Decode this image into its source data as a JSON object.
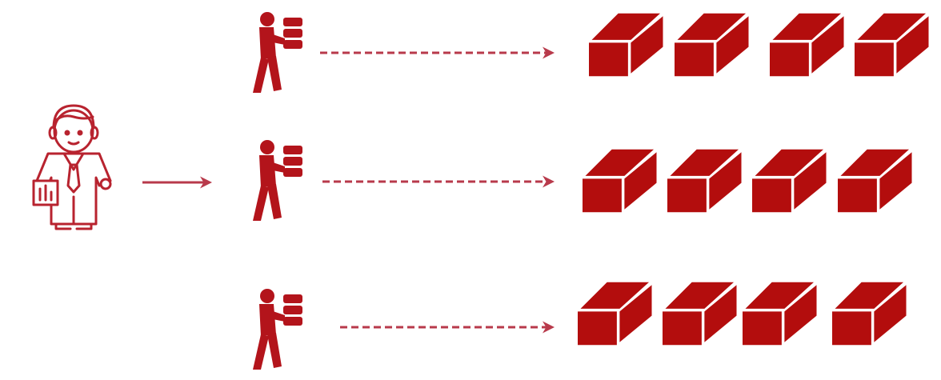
{
  "colors": {
    "manager": "#b8232f",
    "worker": "#b3141b",
    "brick": "#b30d0d",
    "arrow": "#b83a4b",
    "background": "#ffffff"
  },
  "icons": {
    "manager": "manager-icon",
    "worker": "worker-carrying-boxes-icon",
    "brick": "brick-icon",
    "solid_arrow": "solid-arrow",
    "dashed_arrow": "dashed-arrow"
  },
  "rows": [
    {
      "worker": "worker-1",
      "bricks": 4
    },
    {
      "worker": "worker-2",
      "bricks": 4
    },
    {
      "worker": "worker-3",
      "bricks": 4
    }
  ]
}
